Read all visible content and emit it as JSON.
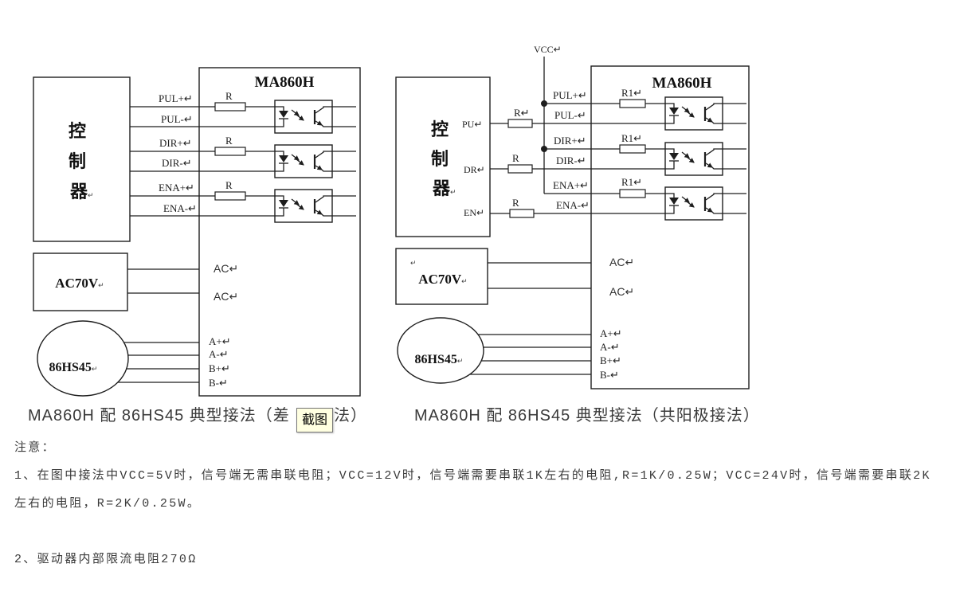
{
  "colors": {
    "ink": "#1e1e1e",
    "text": "#3a3a3a",
    "tooltip_bg": "#ffffe1"
  },
  "diagrams": [
    {
      "controller": {
        "chars": [
          "控",
          "制",
          "器"
        ],
        "mark": "↵"
      },
      "driver_title": "MA860H",
      "signal_labels": [
        "PUL+↵",
        "PUL-↵",
        "DIR+↵",
        "DIR-↵",
        "ENA+↵",
        "ENA-↵"
      ],
      "resistor_labels": [
        "R",
        "R",
        "R"
      ],
      "power": {
        "label": "AC70V",
        "mark": "↵"
      },
      "power_pins": [
        "AC↵",
        "AC↵"
      ],
      "motor": {
        "label": "86HS45",
        "mark": "↵"
      },
      "motor_pins": [
        "A+↵",
        "A-↵",
        "B+↵",
        "B-↵"
      ]
    },
    {
      "controller": {
        "chars": [
          "控",
          "制",
          "器"
        ],
        "mark": "↵"
      },
      "controller_ports": [
        "PU↵",
        "DR↵",
        "EN↵"
      ],
      "vcc_label": "VCC↵",
      "driver_title": "MA860H",
      "signal_labels": [
        "PUL+↵",
        "PUL-↵",
        "DIR+↵",
        "DIR-↵",
        "ENA+↵",
        "ENA-↵"
      ],
      "series_resistor_labels": [
        "R↵",
        "R",
        "R"
      ],
      "resistor_labels": [
        "R1↵",
        "R1↵",
        "R1↵"
      ],
      "power": {
        "label": "AC70V",
        "mark": "↵",
        "stray_mark": "↵"
      },
      "power_pins": [
        "AC↵",
        "AC↵"
      ],
      "motor": {
        "label": "86HS45",
        "mark": "↵"
      },
      "motor_pins": [
        "A+↵",
        "A-↵",
        "B+↵",
        "B-↵"
      ]
    }
  ],
  "captions": {
    "left": {
      "before_tooltip": "MA860H 配 86HS45 典型接法（差",
      "after_tooltip": "法）"
    },
    "right": "MA860H 配 86HS45 典型接法（共阳极接法）"
  },
  "tooltip": "截图",
  "notes": {
    "heading": "注意：",
    "lines": [
      "1、在图中接法中VCC=5V时，信号端无需串联电阻；VCC=12V时，信号端需要串联1K左右的电阻,R=1K/0.25W；VCC=24V时，信号端需要串联2K",
      "左右的电阻，R=2K/0.25W。",
      "2、驱动器内部限流电阻270Ω"
    ]
  }
}
